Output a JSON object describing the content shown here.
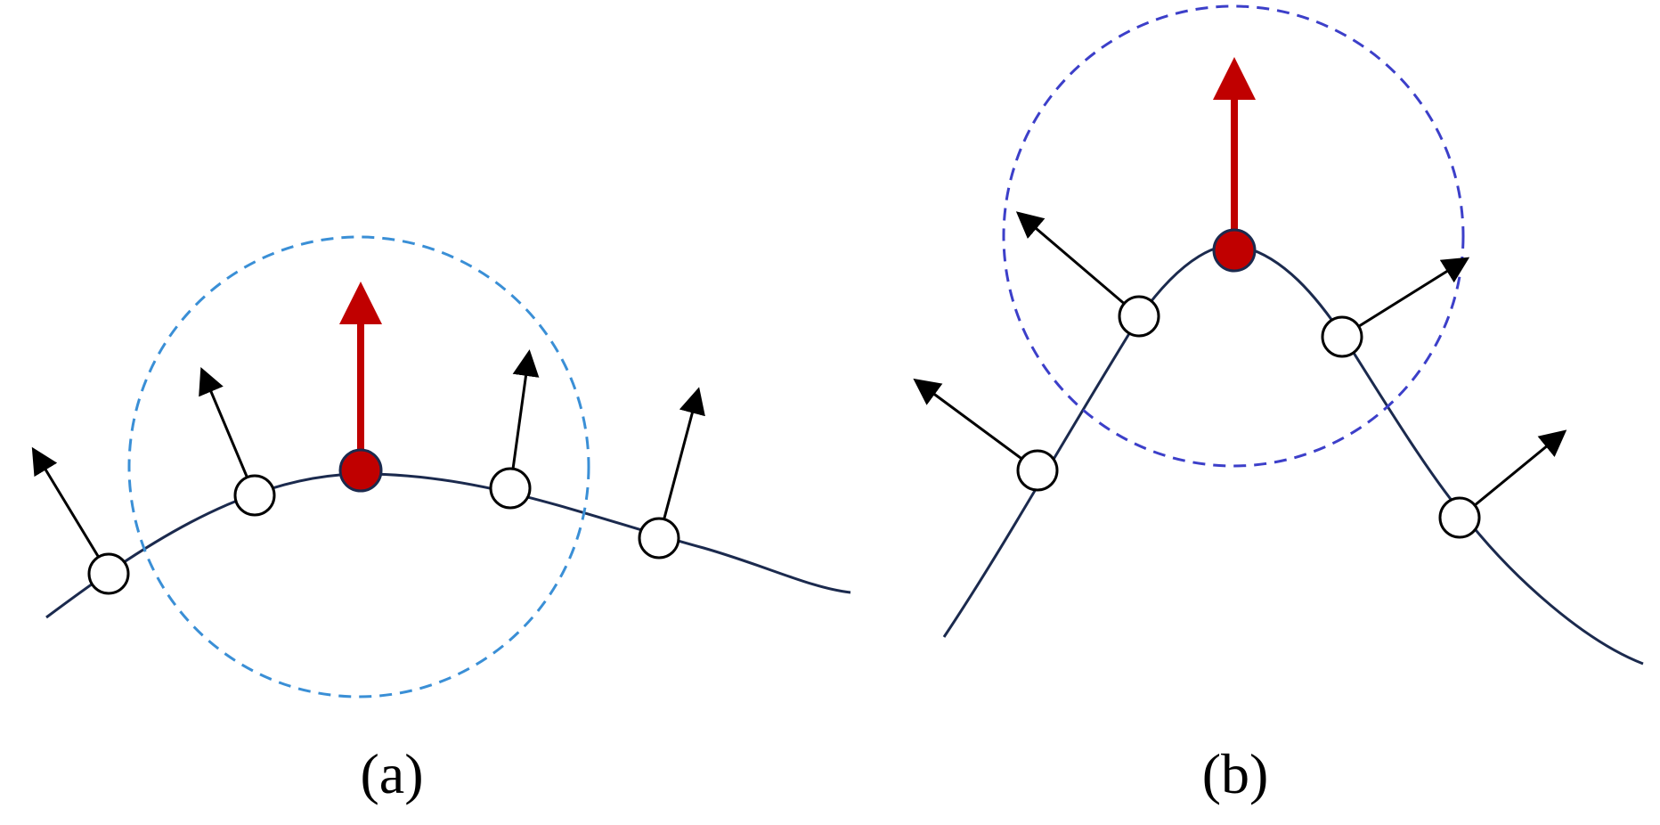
{
  "colors": {
    "curve": "#1b2a4e",
    "neighborhood_a": "#3a8fd6",
    "neighborhood_b": "#3c3fc9",
    "query_point": "#c00000",
    "query_normal": "#c00000",
    "normal": "#000000",
    "sample_point_fill": "#ffffff"
  },
  "panels": [
    {
      "caption": "(a)",
      "description_icon": "smooth-curve-with-point-normals",
      "neighbor_count": 4,
      "query_point_count": 1
    },
    {
      "caption": "(b)",
      "description_icon": "peaked-curve-with-point-normals",
      "neighbor_count": 4,
      "query_point_count": 1
    }
  ]
}
